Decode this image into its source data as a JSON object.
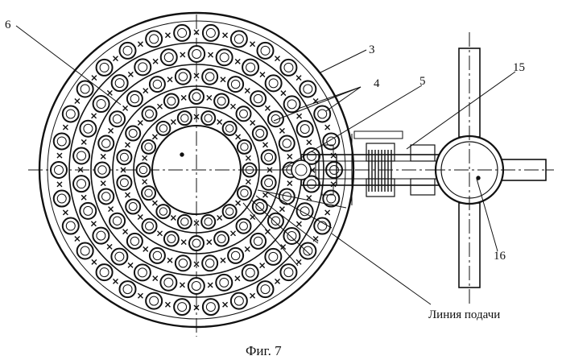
{
  "labels": {
    "l6": "6",
    "l3": "3",
    "l4": "4",
    "l5": "5",
    "l15": "15",
    "l16": "16",
    "feed_line": "Линия подачи"
  },
  "caption": "Фиг. 7",
  "rings": [
    {
      "count": 30,
      "phase": 0
    },
    {
      "count": 26,
      "phase": 7
    },
    {
      "count": 22,
      "phase": 0
    },
    {
      "count": 18,
      "phase": 10
    },
    {
      "count": 14,
      "phase": 0
    }
  ],
  "colors": {
    "ink": "#111111",
    "paper": "#ffffff"
  }
}
